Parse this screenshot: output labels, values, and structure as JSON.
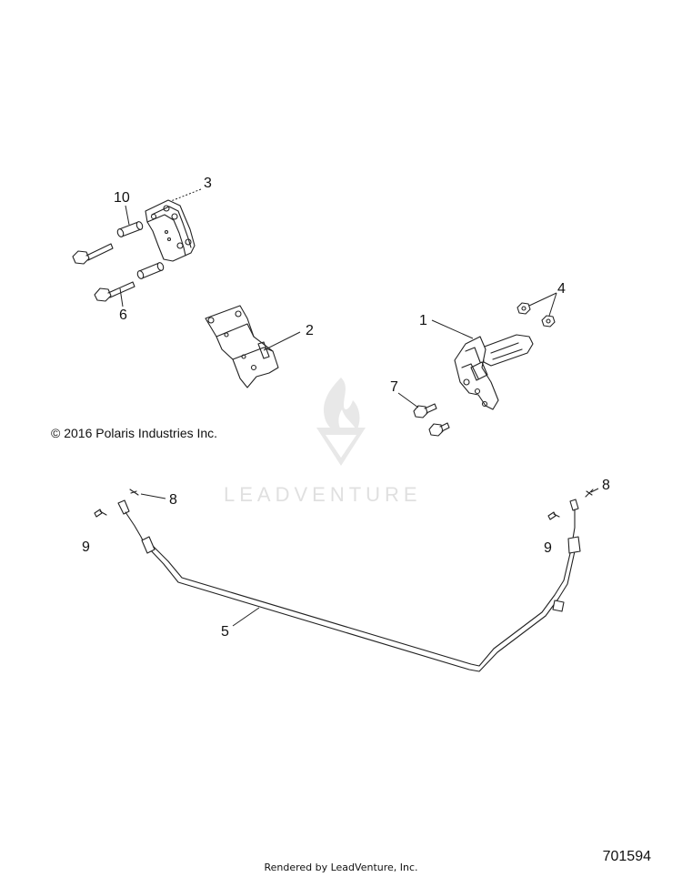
{
  "callouts": {
    "c1": "1",
    "c2": "2",
    "c3": "3",
    "c4": "4",
    "c5": "5",
    "c6": "6",
    "c7": "7",
    "c8_left": "8",
    "c8_right": "8",
    "c9_left": "9",
    "c9_right": "9",
    "c10": "10"
  },
  "copyright": "© 2016  Polaris Industries Inc.",
  "watermark": {
    "text": "LEADVENTURE",
    "color": "#e0e0e0"
  },
  "footer": {
    "rendered_by": "Rendered by LeadVenture, Inc.",
    "part_number": "701594"
  }
}
